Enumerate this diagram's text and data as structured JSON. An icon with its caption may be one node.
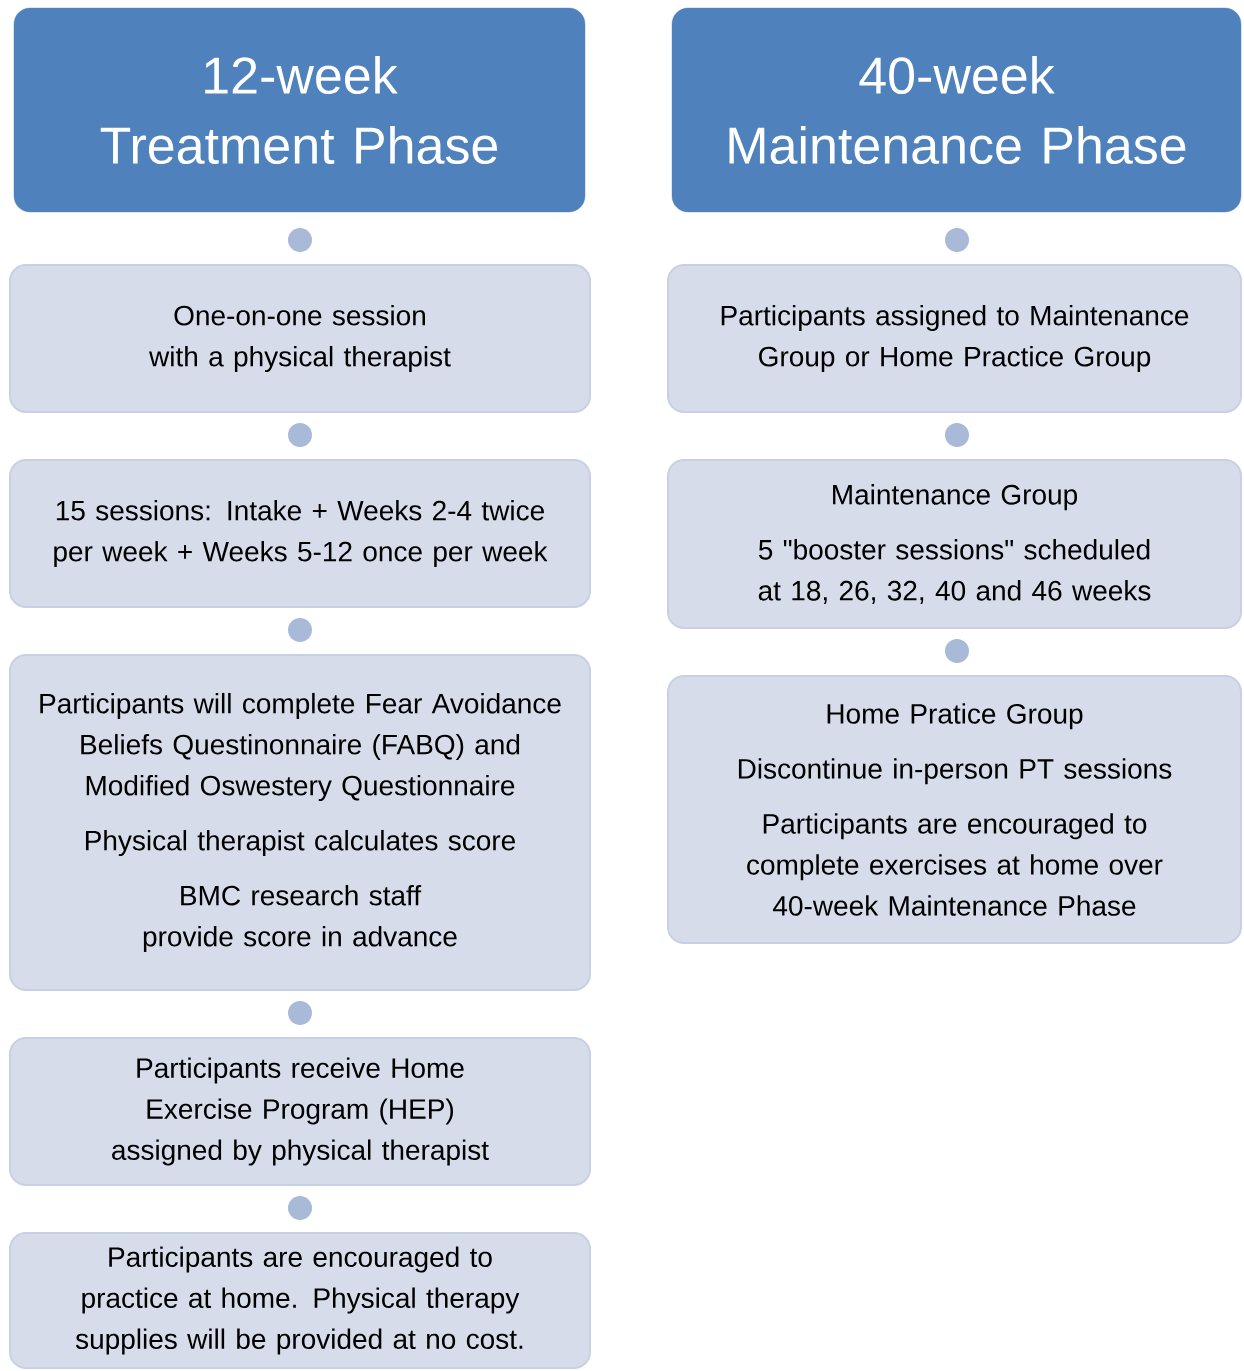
{
  "diagram": {
    "nodes": [
      {
        "text": [
          "12-week Treatment Phase"
        ]
      },
      {
        "text": [
          "40-week Maintenance Phase"
        ]
      },
      {
        "text": [
          "One-on-one session with a physical therapist"
        ]
      },
      {
        "text": [
          "15 sessions: Intake + Weeks 2-4 twice per week + Weeks 5-12 once per week"
        ]
      },
      {
        "text": [
          "Participants will complete Fear Avoidance Beliefs Questinonnaire (FABQ) and Modified Oswestery Questionnaire",
          "Physical therapist calculates score",
          "BMC research staff provide score in advance"
        ]
      },
      {
        "text": [
          "Participants receive Home Exercise Program (HEP) assigned by physical therapist"
        ]
      },
      {
        "text": [
          "Participants are encouraged to practice at home. Physical therapy supplies will be provided at no cost."
        ]
      },
      {
        "text": [
          "Participants assigned to Maintenance Group or Home Practice Group"
        ]
      },
      {
        "text": [
          "Maintenance Group",
          "5 \"booster sessions\" scheduled at 18, 26, 32, 40 and 46 weeks"
        ]
      },
      {
        "text": [
          "Home Pratice Group",
          "Discontinue in-person PT sessions",
          "Participants are encouraged to complete exercises at home over 40-week Maintenance Phase"
        ]
      }
    ]
  }
}
